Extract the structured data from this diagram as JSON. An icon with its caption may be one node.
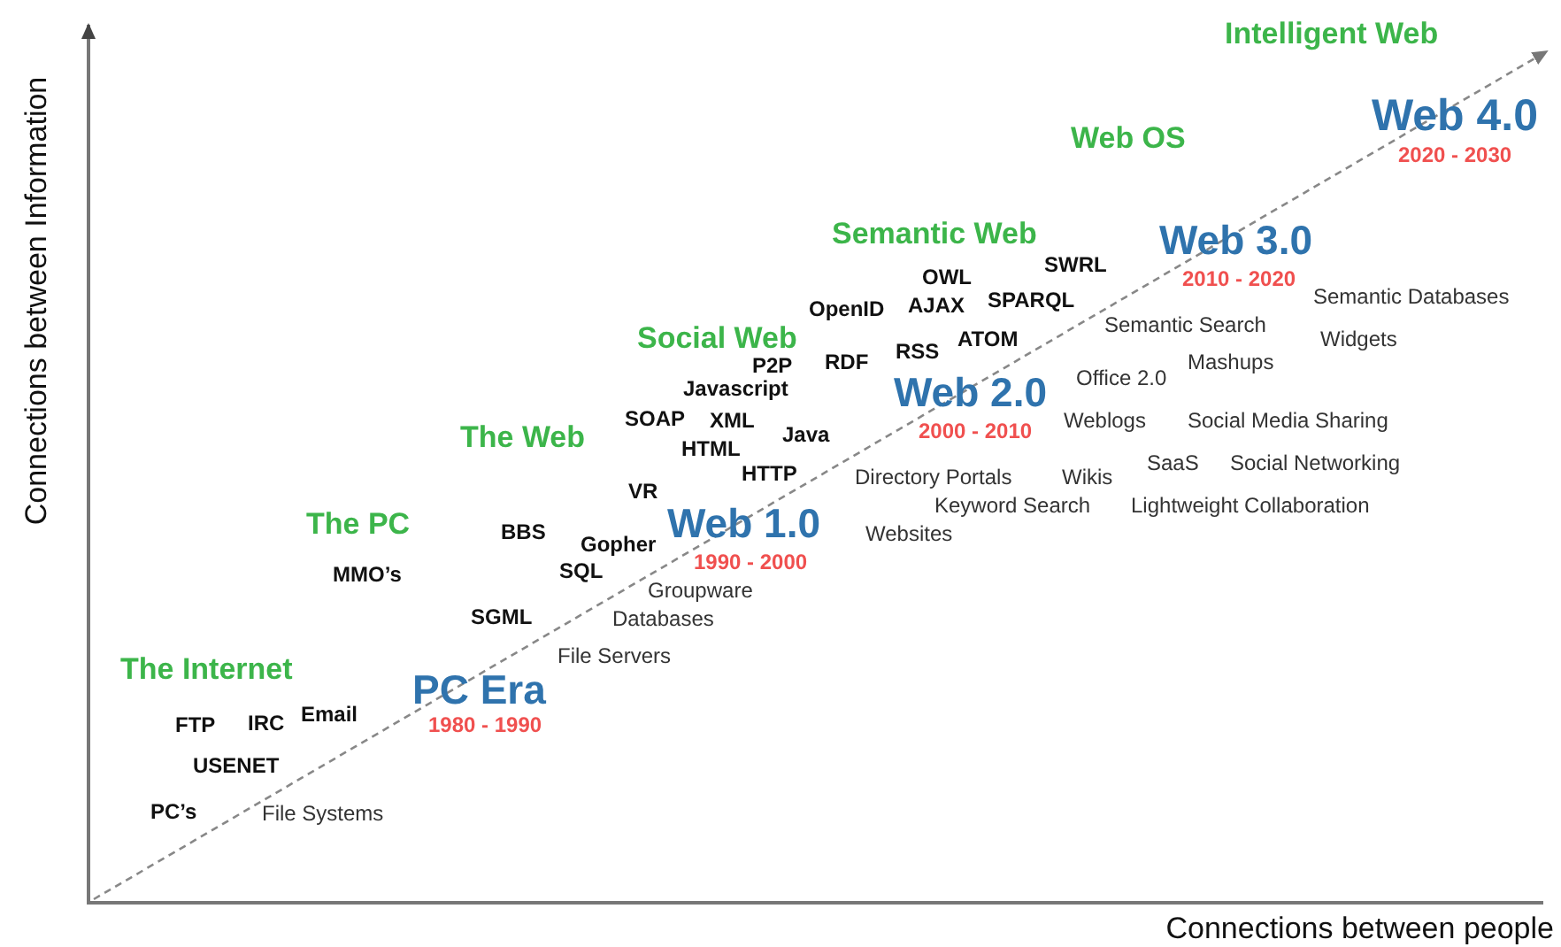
{
  "diagram": {
    "labels": [
      "Intelligent Web",
      "Web OS",
      "Web 4.0",
      "2020 - 2030",
      "Semantic Web",
      "SWRL",
      "Web 3.0",
      "OWL",
      "2010 - 2020",
      "OpenID",
      "AJAX",
      "SPARQL",
      "Semantic Databases",
      "Social Web",
      "Semantic Search",
      "RSS",
      "ATOM",
      "Widgets",
      "P2P",
      "RDF",
      "Office 2.0",
      "Mashups",
      "Javascript",
      "The Web",
      "SOAP",
      "XML",
      "Java",
      "Web 2.0",
      "2000 - 2010",
      "Weblogs",
      "Social Media Sharing",
      "HTML",
      "HTTP",
      "Directory Portals",
      "Wikis",
      "SaaS",
      "Social Networking",
      "VR",
      "The PC",
      "Web 1.0",
      "Keyword Search",
      "Lightweight Collaboration",
      "BBS",
      "Gopher",
      "Websites",
      "MMO’s",
      "SQL",
      "1990 - 2000",
      "Groupware",
      "SGML",
      "Databases",
      "The Internet",
      "File Servers",
      "FTP",
      "IRC",
      "Email",
      "PC Era",
      "1980 - 1990",
      "USENET",
      "PC’s",
      "File Systems",
      "Connections between Information",
      "Connections between people"
    ]
  }
}
